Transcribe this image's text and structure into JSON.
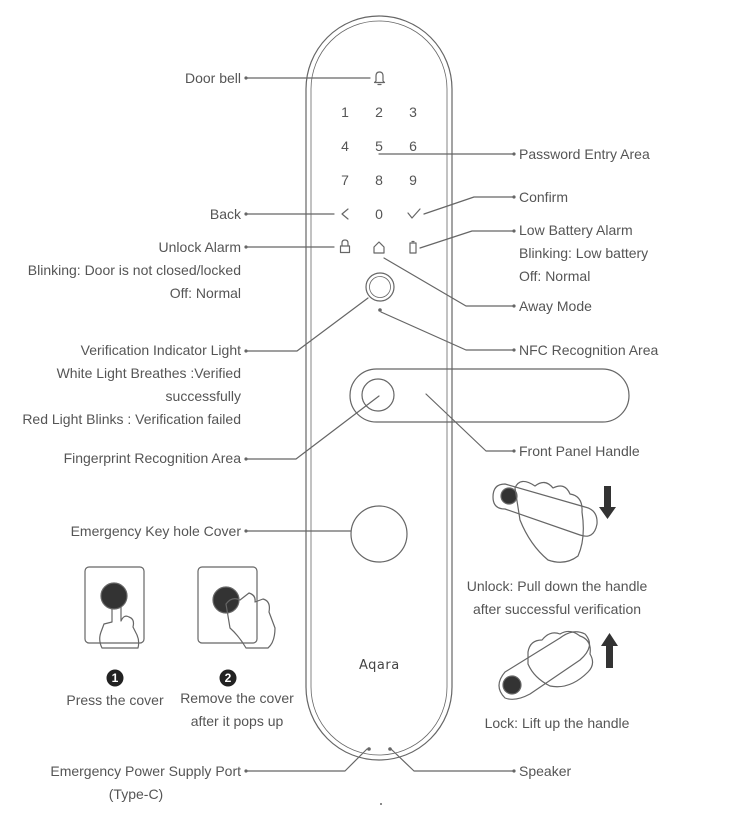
{
  "keypad": [
    "1",
    "2",
    "3",
    "4",
    "5",
    "6",
    "7",
    "8",
    "9",
    "0"
  ],
  "brand": "Aqara",
  "labels": {
    "door_bell": "Door bell",
    "back": "Back",
    "unlock_alarm": "Unlock Alarm",
    "unlock_alarm_blink": "Blinking: Door is not closed/locked",
    "unlock_alarm_off": "Off: Normal",
    "verification_light": "Verification Indicator Light",
    "verification_white_1": "White Light Breathes :Verified",
    "verification_white_2": "successfully",
    "verification_red": "Red Light Blinks : Verification failed",
    "fingerprint_area": "Fingerprint Recognition Area",
    "emergency_keyhole": "Emergency Key hole Cover",
    "password_area": "Password Entry Area",
    "confirm": "Confirm",
    "low_battery": "Low Battery Alarm",
    "low_battery_blink": "Blinking: Low battery",
    "low_battery_off": "Off: Normal",
    "away_mode": "Away Mode",
    "nfc_area": "NFC Recognition Area",
    "front_handle": "Front Panel Handle",
    "unlock_1": "Unlock: Pull down the handle",
    "unlock_2": "after successful verification",
    "lock": "Lock: Lift up the handle",
    "step1_num": "1",
    "step1": "Press the cover",
    "step2_num": "2",
    "step2_1": "Remove the cover",
    "step2_2": "after it pops up",
    "power_port_1": "Emergency Power Supply Port",
    "power_port_2": "(Type-C)",
    "speaker": "Speaker"
  },
  "colors": {
    "line": "#666666",
    "text": "#555555"
  }
}
